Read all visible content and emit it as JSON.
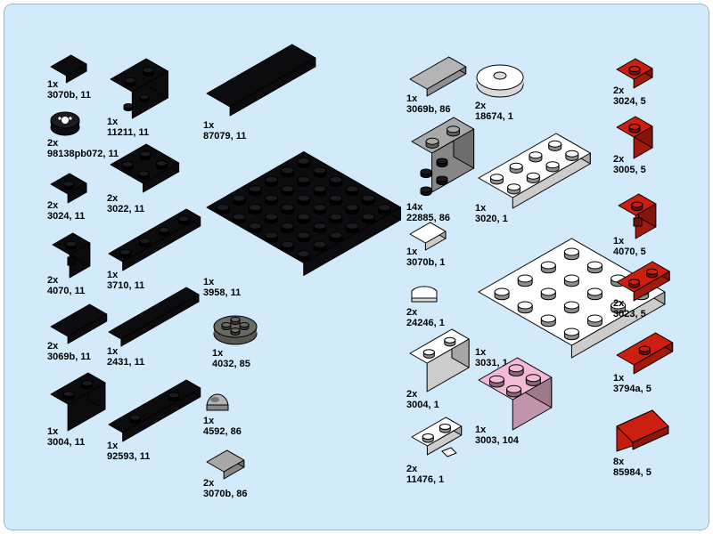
{
  "parts": [
    {
      "id": "p-3070b-11",
      "qty": "1x",
      "part": "3070b, 11",
      "color": "#0c0c0f",
      "shape": "tile",
      "icon": "tile-1x1-black-icon"
    },
    {
      "id": "p-98138pb072-11",
      "qty": "2x",
      "part": "98138pb072, 11",
      "color": "#0c0c0f",
      "shape": "roundtile",
      "icon": "round-tile-printed-black-icon"
    },
    {
      "id": "p-3024-11",
      "qty": "2x",
      "part": "3024, 11",
      "color": "#0c0c0f",
      "shape": "plate11",
      "icon": "plate-1x1-black-icon"
    },
    {
      "id": "p-4070-11",
      "qty": "2x",
      "part": "4070, 11",
      "color": "#0c0c0f",
      "shape": "headlight",
      "icon": "headlight-brick-black-icon"
    },
    {
      "id": "p-3069b-11",
      "qty": "2x",
      "part": "3069b, 11",
      "color": "#0c0c0f",
      "shape": "tile",
      "icon": "tile-1x2-black-icon"
    },
    {
      "id": "p-3004-11",
      "qty": "1x",
      "part": "3004, 11",
      "color": "#0c0c0f",
      "shape": "brick",
      "icon": "brick-1x2-black-icon"
    },
    {
      "id": "p-11211-11",
      "qty": "1x",
      "part": "11211, 11",
      "color": "#0c0c0f",
      "shape": "sidestud",
      "icon": "brick-side-studs-black-icon"
    },
    {
      "id": "p-3022-11",
      "qty": "2x",
      "part": "3022, 11",
      "color": "#0c0c0f",
      "shape": "plate22",
      "icon": "plate-2x2-black-icon"
    },
    {
      "id": "p-3710-11",
      "qty": "1x",
      "part": "3710, 11",
      "color": "#0c0c0f",
      "shape": "plate14",
      "icon": "plate-1x4-black-icon"
    },
    {
      "id": "p-2431-11",
      "qty": "1x",
      "part": "2431, 11",
      "color": "#0c0c0f",
      "shape": "longtile",
      "icon": "tile-1x4-black-icon"
    },
    {
      "id": "p-92593-11",
      "qty": "1x",
      "part": "92593, 11",
      "color": "#0c0c0f",
      "shape": "plate14",
      "icon": "plate-1x4-rounded-black-icon"
    },
    {
      "id": "p-87079-11",
      "qty": "1x",
      "part": "87079, 11",
      "color": "#0c0c0f",
      "shape": "bigtile",
      "icon": "tile-2x4-black-icon"
    },
    {
      "id": "p-3958-11",
      "qty": "1x",
      "part": "3958, 11",
      "color": "#0c0c0f",
      "shape": "plate66",
      "icon": "plate-6x6-black-icon"
    },
    {
      "id": "p-4032-85",
      "qty": "1x",
      "part": "4032, 85",
      "color": "#6b6b66",
      "shape": "roundplate",
      "icon": "round-plate-dark-gray-icon"
    },
    {
      "id": "p-4592-86",
      "qty": "1x",
      "part": "4592, 86",
      "color": "#b4b4b4",
      "shape": "dome",
      "icon": "lever-base-gray-icon"
    },
    {
      "id": "p-3070b-86",
      "qty": "2x",
      "part": "3070b, 86",
      "color": "#a8a8a8",
      "shape": "tile",
      "icon": "tile-1x1-gray-icon"
    },
    {
      "id": "p-3069b-86",
      "qty": "1x",
      "part": "3069b, 86",
      "color": "#b4b4b4",
      "shape": "tile",
      "icon": "tile-1x2-gray-icon"
    },
    {
      "id": "p-22885-86",
      "qty": "14x",
      "part": "22885, 86",
      "color": "#a8a8a8",
      "shape": "sidestud2",
      "icon": "brick-side-studs-gray-icon"
    },
    {
      "id": "p-3070b-1",
      "qty": "1x",
      "part": "3070b, 1",
      "color": "#ffffff",
      "shape": "tile",
      "icon": "tile-1x1-white-icon"
    },
    {
      "id": "p-24246-1",
      "qty": "2x",
      "part": "24246, 1",
      "color": "#ffffff",
      "shape": "halfround",
      "icon": "round-end-tile-white-icon"
    },
    {
      "id": "p-3004-1",
      "qty": "2x",
      "part": "3004, 1",
      "color": "#ffffff",
      "shape": "brick",
      "icon": "brick-1x2-white-icon"
    },
    {
      "id": "p-11476-1",
      "qty": "2x",
      "part": "11476, 1",
      "color": "#ffffff",
      "shape": "clipplate",
      "icon": "plate-clip-white-icon"
    },
    {
      "id": "p-18674-1",
      "qty": "2x",
      "part": "18674, 1",
      "color": "#ffffff",
      "shape": "roundtile2",
      "icon": "round-tile-2x2-white-icon"
    },
    {
      "id": "p-3020-1",
      "qty": "1x",
      "part": "3020, 1",
      "color": "#ffffff",
      "shape": "plate24",
      "icon": "plate-2x4-white-icon"
    },
    {
      "id": "p-3031-1",
      "qty": "1x",
      "part": "3031, 1",
      "color": "#ffffff",
      "shape": "plate44",
      "icon": "plate-4x4-white-icon"
    },
    {
      "id": "p-3003-104",
      "qty": "1x",
      "part": "3003, 104",
      "color": "#f3b9d6",
      "shape": "brick22",
      "icon": "brick-2x2-pink-icon"
    },
    {
      "id": "p-3024-5",
      "qty": "2x",
      "part": "3024, 5",
      "color": "#cc1f10",
      "shape": "plate11",
      "icon": "plate-1x1-red-icon"
    },
    {
      "id": "p-3005-5",
      "qty": "2x",
      "part": "3005, 5",
      "color": "#cc1f10",
      "shape": "brick11",
      "icon": "brick-1x1-red-icon"
    },
    {
      "id": "p-4070-5",
      "qty": "1x",
      "part": "4070, 5",
      "color": "#cc1f10",
      "shape": "headlight",
      "icon": "headlight-brick-red-icon"
    },
    {
      "id": "p-3023-5",
      "qty": "2x",
      "part": "3023, 5",
      "color": "#cc1f10",
      "shape": "plate12",
      "icon": "plate-1x2-red-icon"
    },
    {
      "id": "p-3794a-5",
      "qty": "1x",
      "part": "3794a, 5",
      "color": "#cc1f10",
      "shape": "jumper",
      "icon": "jumper-plate-red-icon"
    },
    {
      "id": "p-85984-5",
      "qty": "8x",
      "part": "85984, 5",
      "color": "#cc1f10",
      "shape": "slope",
      "icon": "slope-30-red-icon"
    }
  ]
}
